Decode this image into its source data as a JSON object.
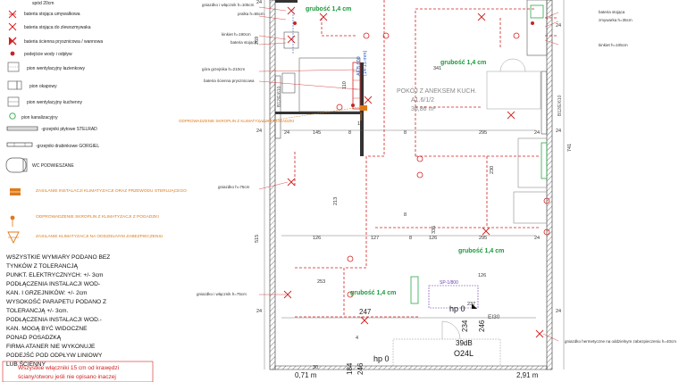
{
  "legend": {
    "top_cut": "spód 20cm",
    "items": [
      {
        "label": "bateria stojąca umywalkowa",
        "icon": "tap-washbasin-icon"
      },
      {
        "label": "bateria stojąca do zlewozmywaka",
        "icon": "tap-sink-icon"
      },
      {
        "label": "bateria ścienna prysznicowa / wannowa",
        "icon": "tap-shower-icon"
      },
      {
        "label": "podejście wody i odpływ",
        "icon": "water-point-icon"
      },
      {
        "label": "pion wentylacyjny łazienkowy",
        "icon": "bath-vent-icon"
      },
      {
        "label": "pion okapowy",
        "icon": "hood-vent-icon"
      },
      {
        "label": "pion wentylacyjny kuchenny",
        "icon": "kitchen-vent-icon"
      },
      {
        "label": "pion kanalizacyjny",
        "icon": "sewer-icon"
      },
      {
        "label": "-grzejniki płytowe STELRAD",
        "icon": "panel-radiator-icon"
      },
      {
        "label": "-grzejniki drabinkowe GORGIEL",
        "icon": "ladder-radiator-icon"
      },
      {
        "label": "WC PODWIESZANE",
        "icon": "wc-icon"
      }
    ],
    "orange_items": [
      {
        "label": "ZASILANIE INSTALACJI KLIMATYZACJI ORAZ PRZEWODU STERUJĄCEGO"
      },
      {
        "label": "ODPROWADZENIE SKROPLIN Z KLIMATYZACJI Z POGADZKI"
      },
      {
        "label": "ZASILANIE KLIMATYZACJI NA ODDZIELNYM ZABEZPIECZENIU"
      }
    ],
    "notes": [
      "WSZYSTKIE WYMIARY PODANO BEZ",
      "TYNKÓW Z TOLERANCJĄ",
      "PUNKT. ELEKTRYCZNYCH: +/- 3cm",
      "PODŁĄCZENIA INSTALACJI WOD-",
      "KAN. I GRZEJNIKÓW: +/- 2cm",
      "WYSOKOŚĆ PARAPETU PODANO Z",
      "TOLERANCJĄ +/- 3cm.",
      "PODŁĄCZENIA INSTALACJI WOD.-",
      "KAN. MOGĄ BYĆ WIDOCZNE",
      "PONAD POSADZKĄ",
      "FIRMA ATANER NIE WYKONUJE",
      "PODEJŚĆ POD ODPŁYW LINIOWY",
      "LUB ŚCIENNY"
    ],
    "footer_1": "Wszystkie włączniki 15 cm od krawędzi",
    "footer_2": "ściany/otworu jeśli nie opisano inaczej"
  },
  "plan": {
    "left_annotations": [
      {
        "text": "gniazdko i włącznik h=105cm"
      },
      {
        "text": "pralka h=65cm"
      },
      {
        "text": "kinkiet h=190cm"
      },
      {
        "text": "bateria stojąca"
      },
      {
        "text": "góra grzejnika h=210cm"
      },
      {
        "text": "bateria ścienna prysznicowa"
      },
      {
        "text": "ODPROWADZENIE SKROPLIN Z KLIMATYZACJI Z POGADZKI"
      },
      {
        "text": "gniazdko h=75cm"
      },
      {
        "text": "gniazdko i włącznik h=75cm"
      }
    ],
    "right_annotations": [
      {
        "text": "bateria stojąca"
      },
      {
        "text": "zmywarka h=35cm"
      },
      {
        "text": "kinkiet h=105cm"
      },
      {
        "text": "gniazdko hermetyczne na oddzielnym zabezpieczeniu h=40cm"
      }
    ],
    "room_name": "POKÓJ Z ANEKSEM KUCH.",
    "room_code": "A1.6/1/2",
    "room_area": "36,86 m²",
    "grubosc": "grubość 1,4 cm",
    "dims": [
      "24",
      "269",
      "24",
      "515",
      "24",
      "24",
      "145",
      "8",
      "8",
      "10",
      "295",
      "24",
      "341",
      "24",
      "741",
      "24",
      "24",
      "110",
      "126",
      "127",
      "213",
      "230",
      "253",
      "8",
      "126",
      "335",
      "295",
      "8",
      "24",
      "126",
      "237",
      "247",
      "234",
      "246",
      "4",
      "184",
      "246",
      "30",
      "0,71 m",
      "2,91 m"
    ],
    "labels": {
      "hp0": "hp 0",
      "ei30_1": "EI30",
      "ei30_2": "EI30",
      "db39": "39dB",
      "o24l": "O24L",
      "aeb_1": "AEB 600",
      "aeb_2": "(14-15 mm)",
      "vent_code": "SP-1/800",
      "window_code_1": "B12/E/610",
      "window_code_2": "B12/E/610"
    }
  }
}
